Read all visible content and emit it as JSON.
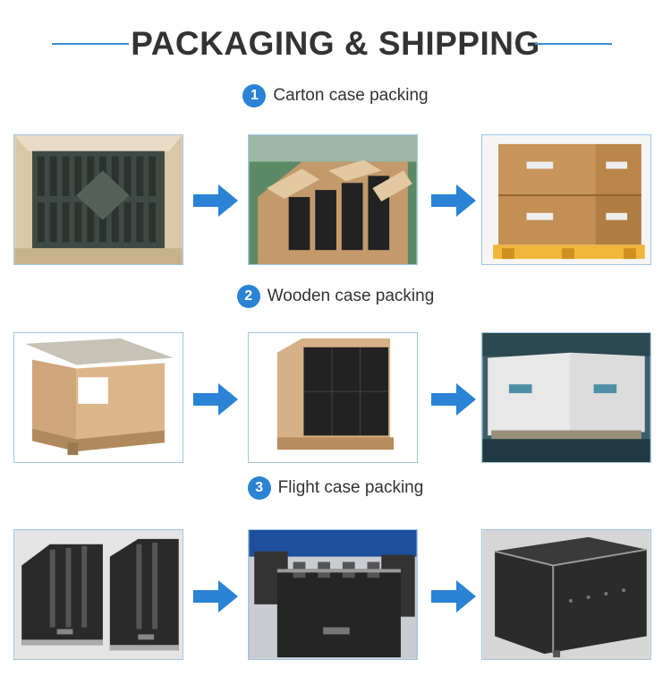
{
  "header": {
    "title": "PACKAGING & SHIPPING",
    "accent": "#3d8fd6"
  },
  "sections": [
    {
      "number": "1",
      "label": "Carton case packing"
    },
    {
      "number": "2",
      "label": "Wooden case packing"
    },
    {
      "number": "3",
      "label": "Flight case packing"
    }
  ],
  "colors": {
    "badge": "#2a83d4",
    "arrow": "#2a83d4",
    "frame": "#9fc8ea"
  },
  "icons": {
    "arrow": "arrow-right-icon"
  }
}
